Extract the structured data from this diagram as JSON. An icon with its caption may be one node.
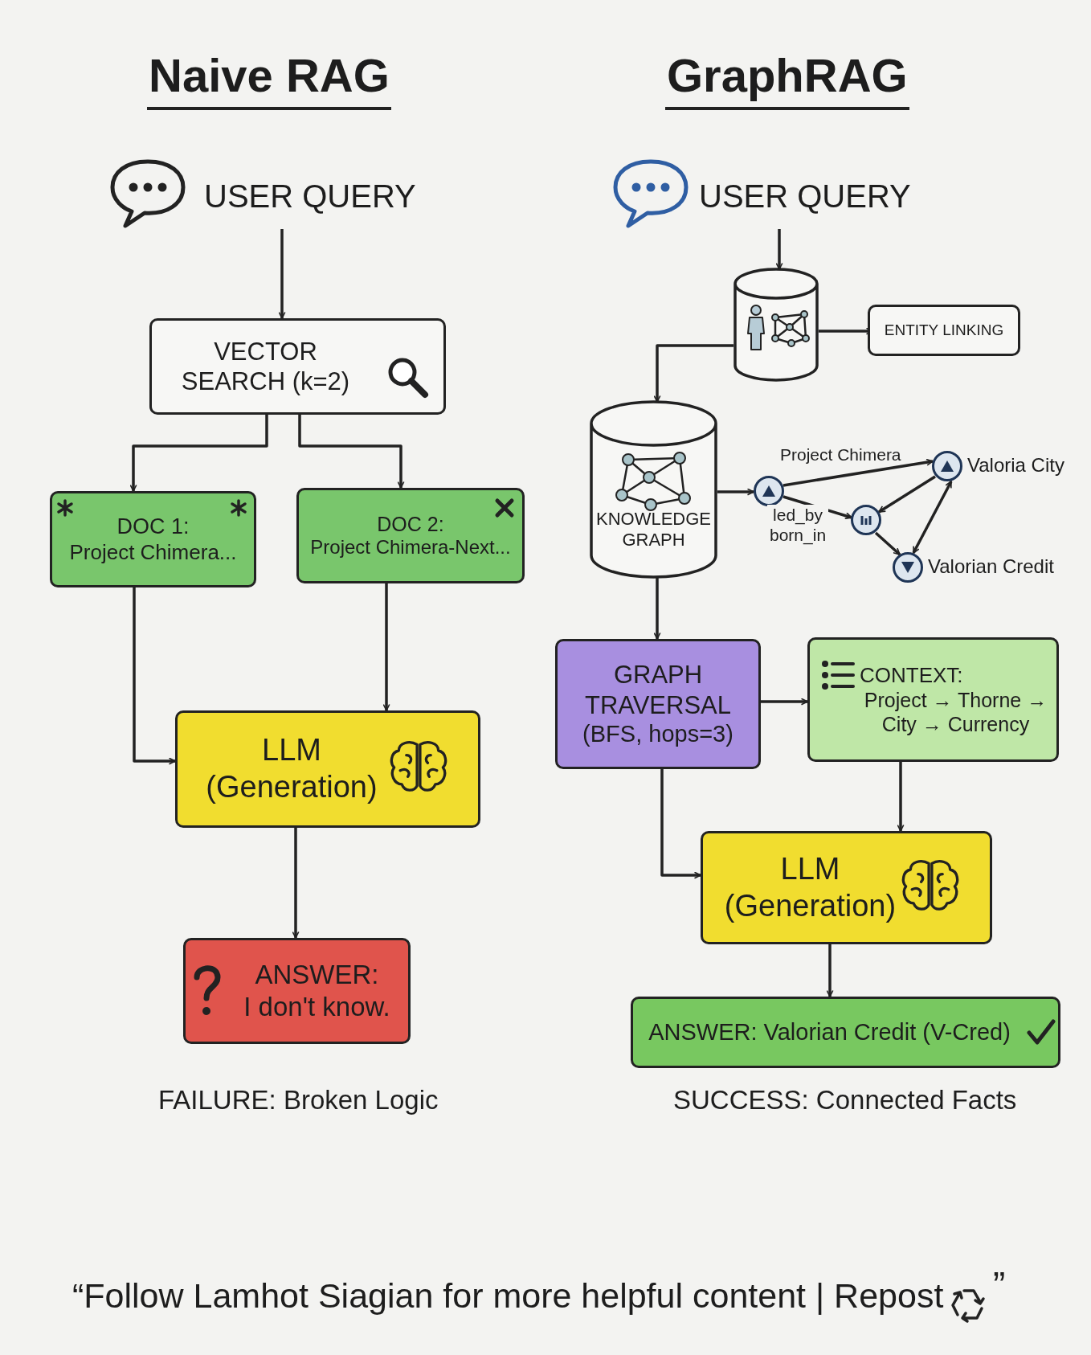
{
  "diagram": {
    "nodes": [
      {
        "text": [
          "USER QUERY"
        ]
      },
      {
        "text": [
          "VECTOR SEARCH (k=2)"
        ]
      },
      {
        "text": [
          "DOC 1:",
          "Project Chimera..."
        ]
      },
      {
        "text": [
          "DOC 2:",
          "Project Chimera-Next..."
        ]
      },
      {
        "text": [
          "LLM (Generation)"
        ]
      },
      {
        "text": [
          "ANSWER:",
          "I don't know."
        ]
      },
      {
        "text": [
          "USER QUERY"
        ]
      },
      {
        "text": [],
        "shape": "cylinder"
      },
      {
        "text": [
          "ENTITY LINKING"
        ]
      },
      {
        "text": [
          "KNOWLEDGE GRAPH"
        ]
      },
      {
        "text": [],
        "shape": "circle"
      },
      {
        "text": [],
        "shape": "circle",
        "beside": [
          "Valoria City"
        ]
      },
      {
        "text": [],
        "shape": "circle"
      },
      {
        "text": [],
        "shape": "circle",
        "beside": [
          "Valorian Credit"
        ]
      },
      {
        "text": [
          "GRAPH TRAVERSAL",
          "(BFS, hops=3)"
        ]
      },
      {
        "text": [
          "CONTEXT:",
          "Project → Thorne → City → Currency"
        ]
      },
      {
        "text": [
          "LLM (Generation)"
        ]
      },
      {
        "text": [
          "ANSWER: Valorian Credit (V-Cred)"
        ]
      }
    ],
    "edges": [
      {
        "from": 0,
        "to": 1,
        "arrow": "to"
      },
      {
        "from": 1,
        "to": 2,
        "arrow": "to"
      },
      {
        "from": 1,
        "to": 3,
        "arrow": "to"
      },
      {
        "from": 2,
        "to": 4,
        "arrow": "to"
      },
      {
        "from": 3,
        "to": 4,
        "arrow": "to"
      },
      {
        "from": 4,
        "to": 5,
        "arrow": "to"
      },
      {
        "from": 6,
        "to": 7,
        "arrow": "to"
      },
      {
        "from": 7,
        "to": 8,
        "arrow": "to"
      },
      {
        "from": 7,
        "to": 9,
        "arrow": "to"
      },
      {
        "from": 9,
        "to": 10,
        "arrow": "to"
      },
      {
        "from": 10,
        "to": 11,
        "arrow": "to",
        "label": "Project Chimera"
      },
      {
        "from": 10,
        "to": 12,
        "arrow": "to",
        "label": "led_by born_in"
      },
      {
        "from": 11,
        "to": 12,
        "arrow": "to"
      },
      {
        "from": 12,
        "to": 13,
        "arrow": "to"
      },
      {
        "from": 11,
        "to": 13,
        "arrow": "both"
      },
      {
        "from": 9,
        "to": 14,
        "arrow": "to"
      },
      {
        "from": 14,
        "to": 15,
        "arrow": "to"
      },
      {
        "from": 14,
        "to": 16,
        "arrow": "to"
      },
      {
        "from": 15,
        "to": 16,
        "arrow": "to"
      },
      {
        "from": 16,
        "to": 17,
        "arrow": "to"
      }
    ],
    "labels": [
      "Naive RAG",
      "GraphRAG",
      "FAILURE: Broken Logic",
      "SUCCESS: Connected Facts",
      "“Follow Lamhot Siagian for more helpful content | Repost",
      "”"
    ]
  }
}
